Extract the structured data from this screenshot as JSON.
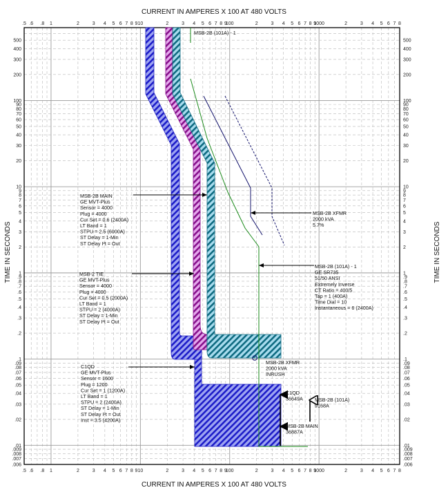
{
  "chart_data": {
    "type": "line",
    "subtype": "time-current-coordination-curve",
    "title": "CURRENT IN AMPERES X 100 AT 480 VOLTS",
    "xlabel": "CURRENT IN AMPERES X 100 AT 480 VOLTS",
    "ylabel": "TIME IN SECONDS",
    "x_scale": "log",
    "y_scale": "log",
    "xlim": [
      0.5,
      8000
    ],
    "ylim": [
      0.006,
      700
    ],
    "grid": true,
    "x_tick_labels": [
      ".5",
      ".6",
      ".8",
      "1",
      "2",
      "3",
      "4",
      "5",
      "6",
      "7",
      "8",
      "9",
      "10",
      "2",
      "3",
      "4",
      "5",
      "6",
      "7",
      "8",
      "9",
      "100",
      "2",
      "3",
      "4",
      "5",
      "6",
      "7",
      "8",
      "9",
      "1000",
      "2",
      "3",
      "4",
      "5",
      "6",
      "7",
      "8"
    ],
    "y_tick_labels": [
      "500",
      "400",
      "300",
      "200",
      "100",
      "90",
      "80",
      "70",
      "60",
      "50",
      "40",
      "30",
      "20",
      "10",
      "9",
      "8",
      "7",
      "6",
      "5",
      "4",
      "3",
      "2",
      "1",
      ".9",
      ".8",
      ".7",
      ".6",
      ".5",
      ".4",
      ".3",
      ".2",
      ".1",
      ".09",
      ".08",
      ".07",
      ".06",
      ".05",
      ".04",
      ".03",
      ".02",
      ".01",
      ".009",
      ".008",
      ".007",
      ".006"
    ],
    "series": [
      {
        "name": "MSB-2B MAIN",
        "color": "#1c1ccc",
        "fill": "#9aa0f0",
        "style": "hatched band",
        "settings": [
          "GE MVT-Plus",
          "Sensor = 4000",
          "Plug = 4000",
          "Cur Set = 0.6 (2400A)",
          "LT Band = 1",
          "STPU = 2.5 (6000A)",
          "ST Delay = 1-Min",
          "ST Delay I²t = Out"
        ]
      },
      {
        "name": "MSB-2 TIE",
        "color": "#8a108a",
        "fill": "#e0a0e8",
        "style": "hatched band",
        "settings": [
          "GE MVT-Plus",
          "Sensor = 4000",
          "Plug = 4000",
          "Cur Set = 0.5 (2000A)",
          "LT Band = 1",
          "STPU = 2 (4000A)",
          "ST Delay = 1-Min",
          "ST Delay I²t = Out"
        ]
      },
      {
        "name": "C1QD",
        "color": "#1c1ccc",
        "fill": "#9aa0f0",
        "style": "hatched band",
        "settings": [
          "GE MVT-Plus",
          "Sensor = 1600",
          "Plug = 1200",
          "Cur Set = 1 (1200A)",
          "LT Band = 1",
          "STPU = 2 (2400A)",
          "ST Delay = 1-Min",
          "ST Delay I²t = Out",
          "Inst = 3.5 (4200A)"
        ]
      },
      {
        "name": "MSB-2B (101A) - 1",
        "color": "#1a8a1a",
        "style": "line",
        "settings": [
          "GE SR735",
          "51/50 ANSI",
          "Extremely Inverse",
          "CT Ratio = 400/5",
          "Tap = 1 (400A)",
          "Time Dial = 10",
          "Instantaneous = 6 (2400A)"
        ]
      },
      {
        "name": "MSB-2B XFMR",
        "color": "#10106a",
        "style": "solid + dashed line",
        "settings": [
          "2000 kVA",
          "5.7%"
        ]
      },
      {
        "name": "MSB-2B XFMR INRUSH",
        "settings": [
          "2000 kVA",
          "INRUSH"
        ],
        "point_x": 250,
        "point_y": 0.1
      }
    ],
    "fault_markers": [
      {
        "label": "C1QD",
        "value": "36649A"
      },
      {
        "label": "MSB-2B (101A)",
        "value": "9168A"
      },
      {
        "label": "MSB-2B MAIN",
        "value": "36887A"
      }
    ]
  },
  "labels": {
    "title_top": "CURRENT IN AMPERES X 100 AT 480 VOLTS",
    "title_bottom": "CURRENT IN AMPERES X 100 AT 480 VOLTS",
    "y_left": "TIME IN SECONDS",
    "y_right": "TIME IN SECONDS",
    "relay_top_tag": "MSB-2B (101A) - 1",
    "main": [
      "MSB-2B MAIN",
      "GE MVT-Plus",
      "Sensor = 4000",
      "Plug = 4000",
      "Cur Set = 0.6 (2400A)",
      "LT Band = 1",
      "STPU = 2.5 (6000A)",
      "ST Delay = 1-Min",
      "ST Delay I²t = Out"
    ],
    "tie": [
      "MSB-2 TIE",
      "GE MVT-Plus",
      "Sensor = 4000",
      "Plug = 4000",
      "Cur Set = 0.5 (2000A)",
      "LT Band = 1",
      "STPU = 2 (4000A)",
      "ST Delay = 1-Min",
      "ST Delay I²t = Out"
    ],
    "c1qd": [
      "C1QD",
      "GE MVT-Plus",
      "Sensor = 1600",
      "Plug = 1200",
      "Cur Set = 1 (1200A)",
      "LT Band = 1",
      "STPU = 2 (2400A)",
      "ST Delay = 1-Min",
      "ST Delay I²t = Out",
      "Inst = 3.5 (4200A)"
    ],
    "xfmr": [
      "MSB-2B XFMR",
      "2000 kVA",
      "5.7%"
    ],
    "relay": [
      "MSB-2B (101A) - 1",
      "GE SR735",
      "51/50 ANSI",
      "Extremely Inverse",
      "CT Ratio = 400/5",
      "Tap = 1 (400A)",
      "Time Dial = 10",
      "Instantaneous = 6 (2400A)"
    ],
    "inrush": [
      "MSB-2B XFMR",
      "2000 kVA",
      "INRUSH"
    ],
    "fault_c1qd": [
      "C1QD",
      "36649A"
    ],
    "fault_relay": [
      "MSB-2B (101A)",
      "9168A"
    ],
    "fault_main": [
      "MSB-2B MAIN",
      "36887A"
    ]
  }
}
